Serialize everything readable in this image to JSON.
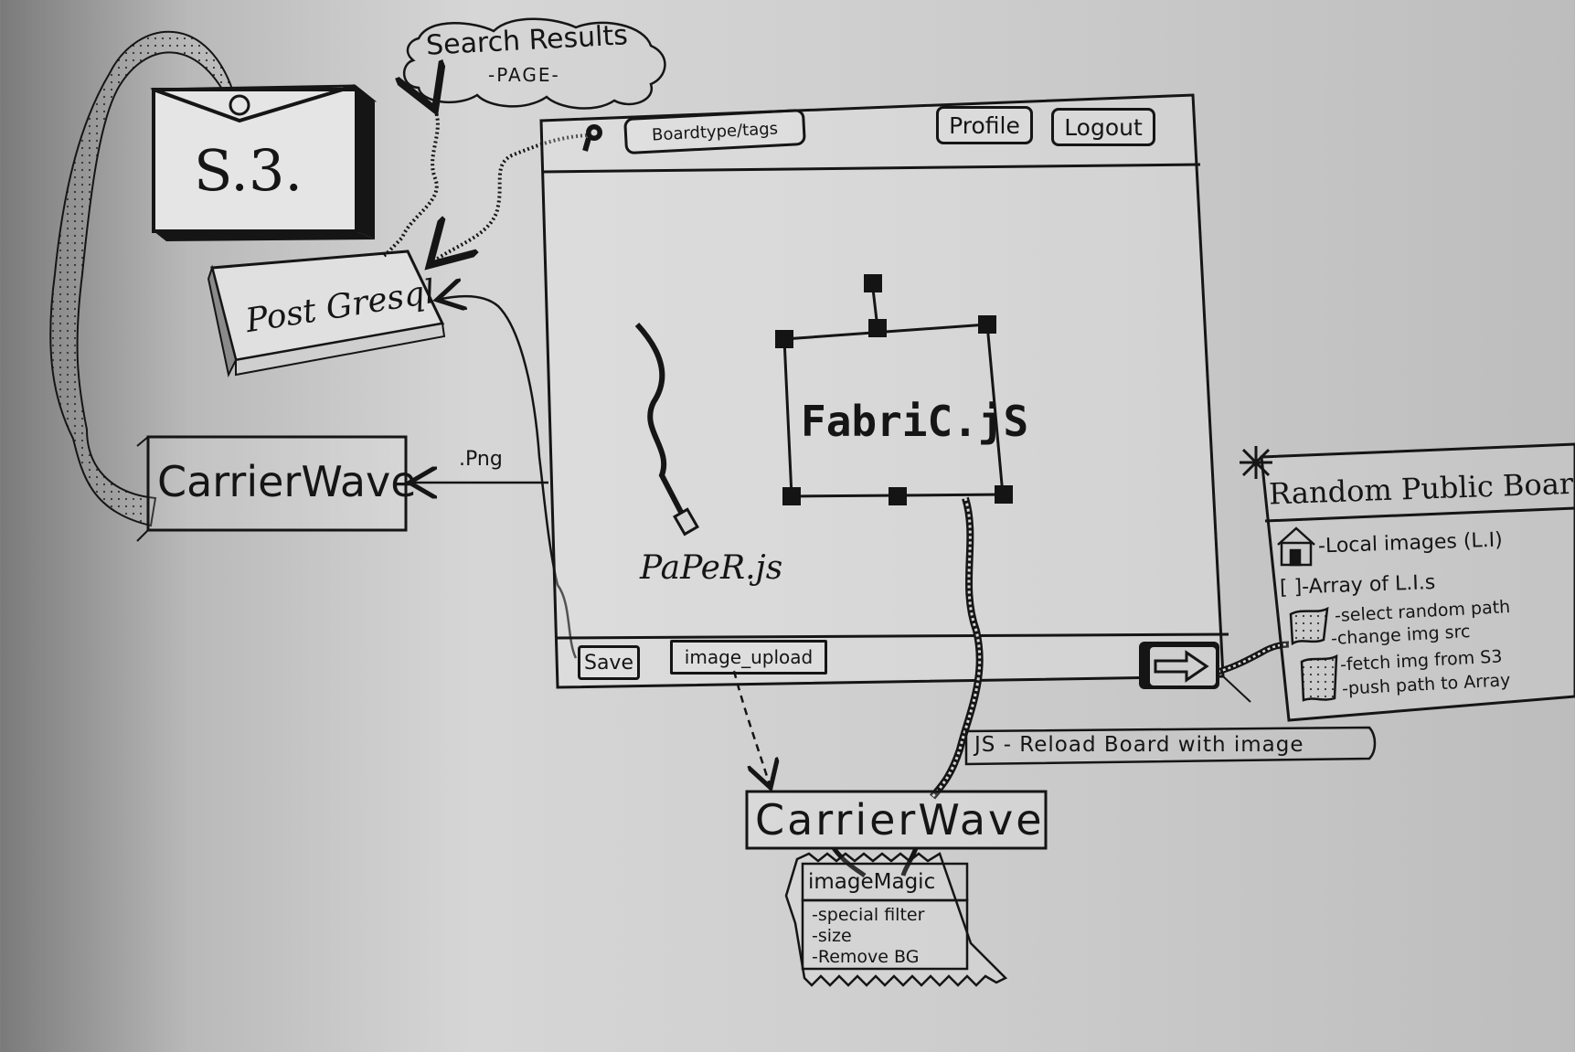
{
  "cloud_label": {
    "line1": "Search Results",
    "line2": "-PAGE-"
  },
  "s3": {
    "label": "S.3."
  },
  "postgres": {
    "label": "Post Gresql"
  },
  "carrierwave_left": {
    "label": "CarrierWave"
  },
  "png_label": ".Png",
  "board": {
    "search_box": "Boardtype/tags",
    "profile_button": "Profile",
    "logout_button": "Logout",
    "fabric_label": "FabriC.jS",
    "paper_label": "PaPeR.js",
    "save_button": "Save",
    "upload_button": "image_upload"
  },
  "reload_label": "JS - Reload Board with image",
  "carrierwave_bottom": {
    "label": "CarrierWave"
  },
  "imagemagic": {
    "title": "imageMagic",
    "items": [
      "-special filter",
      "-size",
      "-Remove BG"
    ]
  },
  "random_boards": {
    "title": "Random Public Boards",
    "local_images": "-Local images (L.I)",
    "array_line": "[ ]-Array of L.I.s",
    "steps_a": [
      "-select random path",
      "-change img src"
    ],
    "steps_b": [
      "-fetch img from S3",
      "-push path to Array"
    ]
  },
  "colors": {
    "ink": "#151515",
    "paper": "#d6d6d6"
  }
}
